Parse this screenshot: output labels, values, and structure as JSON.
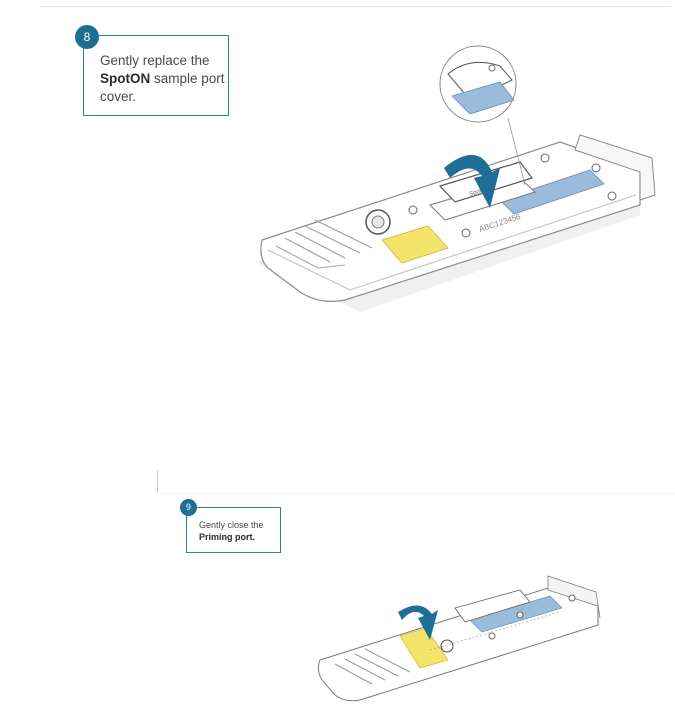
{
  "step8": {
    "number": "8",
    "text_before": "Gently replace the ",
    "text_bold": "SpotON",
    "text_after": " sample port cover.",
    "accent": "#1f6f94",
    "border": "#2a7fa3"
  },
  "step9": {
    "number": "9",
    "text_before": "Gently close the ",
    "text_bold": "Priming port."
  },
  "flowcell_print": {
    "label_a": "ABC123456",
    "label_b": "SpotON"
  },
  "colors": {
    "yellow_pad": "#f5e46a",
    "blue_channel": "#7ea7cf",
    "arrow_teal": "#1e6e95"
  }
}
